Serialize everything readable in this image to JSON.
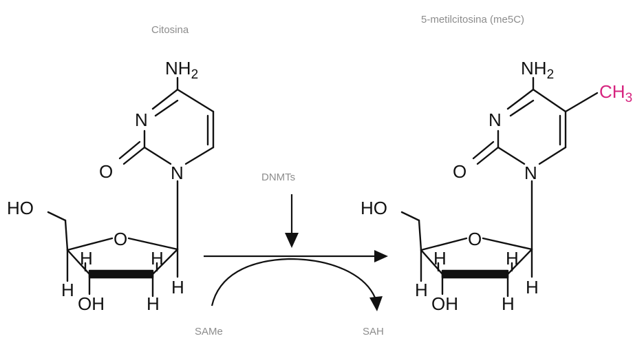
{
  "labels": {
    "reactant_name": "Citosina",
    "product_name": "5-metilcitosina (me5C)",
    "enzyme": "DNMTs",
    "cofactor_in": "SAMe",
    "cofactor_out": "SAH"
  },
  "atoms": {
    "amine": "NH",
    "amine_sub": "2",
    "ring_n": "N",
    "oxygen": "O",
    "ho": "HO",
    "oh": "OH",
    "h": "H",
    "methyl": "CH",
    "methyl_sub": "3"
  },
  "colors": {
    "text": "#111111",
    "caption": "#8c8c8c",
    "methyl": "#d6247f"
  }
}
